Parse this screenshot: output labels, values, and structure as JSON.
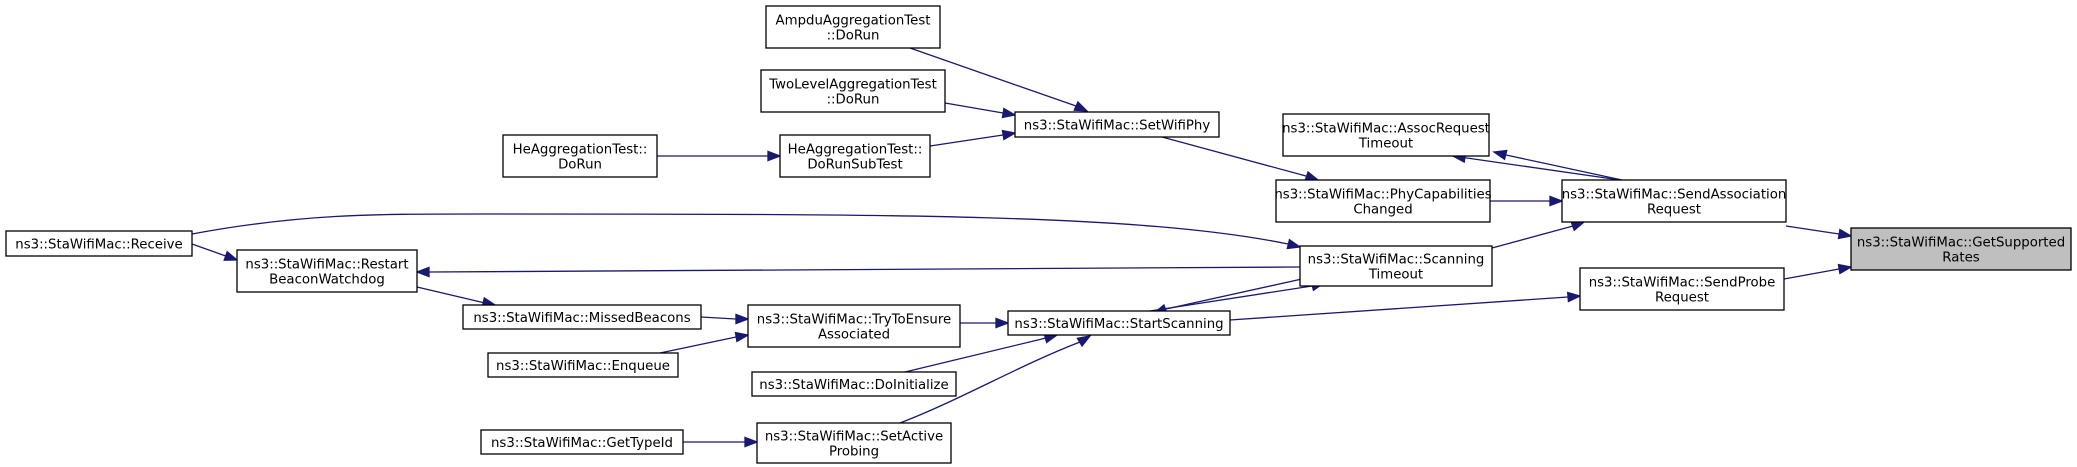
{
  "nodes": [
    {
      "id": "get_supported_rates",
      "lines": [
        "ns3::StaWifiMac::GetSupported",
        "Rates"
      ],
      "highlight": true
    },
    {
      "id": "send_association_request",
      "lines": [
        "ns3::StaWifiMac::SendAssociation",
        "Request"
      ]
    },
    {
      "id": "send_probe_request",
      "lines": [
        "ns3::StaWifiMac::SendProbe",
        "Request"
      ]
    },
    {
      "id": "assoc_request_timeout",
      "lines": [
        "ns3::StaWifiMac::AssocRequest",
        "Timeout"
      ]
    },
    {
      "id": "phy_capabilities_changed",
      "lines": [
        "ns3::StaWifiMac::PhyCapabilities",
        "Changed"
      ]
    },
    {
      "id": "scanning_timeout",
      "lines": [
        "ns3::StaWifiMac::Scanning",
        "Timeout"
      ]
    },
    {
      "id": "set_wifi_phy",
      "lines": [
        "ns3::StaWifiMac::SetWifiPhy"
      ]
    },
    {
      "id": "start_scanning",
      "lines": [
        "ns3::StaWifiMac::StartScanning"
      ]
    },
    {
      "id": "ampdu_aggregation_test",
      "lines": [
        "AmpduAggregationTest",
        "::DoRun"
      ]
    },
    {
      "id": "two_level_aggregation_test",
      "lines": [
        "TwoLevelAggregationTest",
        "::DoRun"
      ]
    },
    {
      "id": "he_aggregation_do_run_sub_test",
      "lines": [
        "HeAggregationTest::",
        "DoRunSubTest"
      ]
    },
    {
      "id": "he_aggregation_do_run",
      "lines": [
        "HeAggregationTest::",
        "DoRun"
      ]
    },
    {
      "id": "receive",
      "lines": [
        "ns3::StaWifiMac::Receive"
      ]
    },
    {
      "id": "restart_beacon_watchdog",
      "lines": [
        "ns3::StaWifiMac::Restart",
        "BeaconWatchdog"
      ]
    },
    {
      "id": "missed_beacons",
      "lines": [
        "ns3::StaWifiMac::MissedBeacons"
      ]
    },
    {
      "id": "try_to_ensure_associated",
      "lines": [
        "ns3::StaWifiMac::TryToEnsure",
        "Associated"
      ]
    },
    {
      "id": "enqueue",
      "lines": [
        "ns3::StaWifiMac::Enqueue"
      ]
    },
    {
      "id": "do_initialize",
      "lines": [
        "ns3::StaWifiMac::DoInitialize"
      ]
    },
    {
      "id": "set_active_probing",
      "lines": [
        "ns3::StaWifiMac::SetActive",
        "Probing"
      ]
    },
    {
      "id": "get_type_id",
      "lines": [
        "ns3::StaWifiMac::GetTypeId"
      ]
    }
  ],
  "edges": [
    {
      "from": "send_association_request",
      "to": "get_supported_rates"
    },
    {
      "from": "send_probe_request",
      "to": "get_supported_rates"
    },
    {
      "from": "assoc_request_timeout",
      "to": "send_association_request"
    },
    {
      "from": "send_association_request",
      "to": "assoc_request_timeout"
    },
    {
      "from": "phy_capabilities_changed",
      "to": "send_association_request"
    },
    {
      "from": "scanning_timeout",
      "to": "send_association_request"
    },
    {
      "from": "set_wifi_phy",
      "to": "phy_capabilities_changed"
    },
    {
      "from": "start_scanning",
      "to": "send_probe_request"
    },
    {
      "from": "ampdu_aggregation_test",
      "to": "set_wifi_phy"
    },
    {
      "from": "two_level_aggregation_test",
      "to": "set_wifi_phy"
    },
    {
      "from": "he_aggregation_do_run_sub_test",
      "to": "set_wifi_phy"
    },
    {
      "from": "he_aggregation_do_run",
      "to": "he_aggregation_do_run_sub_test"
    },
    {
      "from": "receive",
      "to": "scanning_timeout"
    },
    {
      "from": "scanning_timeout",
      "to": "restart_beacon_watchdog"
    },
    {
      "from": "start_scanning",
      "to": "scanning_timeout"
    },
    {
      "from": "scanning_timeout",
      "to": "start_scanning"
    },
    {
      "from": "receive",
      "to": "restart_beacon_watchdog"
    },
    {
      "from": "restart_beacon_watchdog",
      "to": "missed_beacons"
    },
    {
      "from": "missed_beacons",
      "to": "try_to_ensure_associated"
    },
    {
      "from": "enqueue",
      "to": "try_to_ensure_associated"
    },
    {
      "from": "try_to_ensure_associated",
      "to": "start_scanning"
    },
    {
      "from": "do_initialize",
      "to": "start_scanning"
    },
    {
      "from": "set_active_probing",
      "to": "start_scanning"
    },
    {
      "from": "get_type_id",
      "to": "set_active_probing"
    }
  ]
}
